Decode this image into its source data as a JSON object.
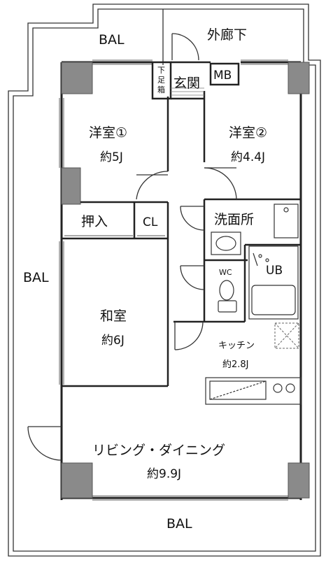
{
  "labels": {
    "bal_top": "BAL",
    "corridor": "外廊下",
    "shoe_box": [
      "下",
      "足",
      "箱"
    ],
    "entrance": "玄関",
    "mb": "MB",
    "room1_name": "洋室①",
    "room1_area": "約5J",
    "room2_name": "洋室②",
    "room2_area": "約4.4J",
    "closet": "押入",
    "cl": "CL",
    "washroom": "洗面所",
    "wc": "WC",
    "ub": "UB",
    "japanese_room_name": "和室",
    "japanese_room_area": "約6J",
    "kitchen_name": "キッチン",
    "kitchen_area": "約2.8J",
    "bal_left": "BAL",
    "living_name": "リビング・ダイニング",
    "living_area": "約9.9J",
    "bal_bottom": "BAL"
  }
}
